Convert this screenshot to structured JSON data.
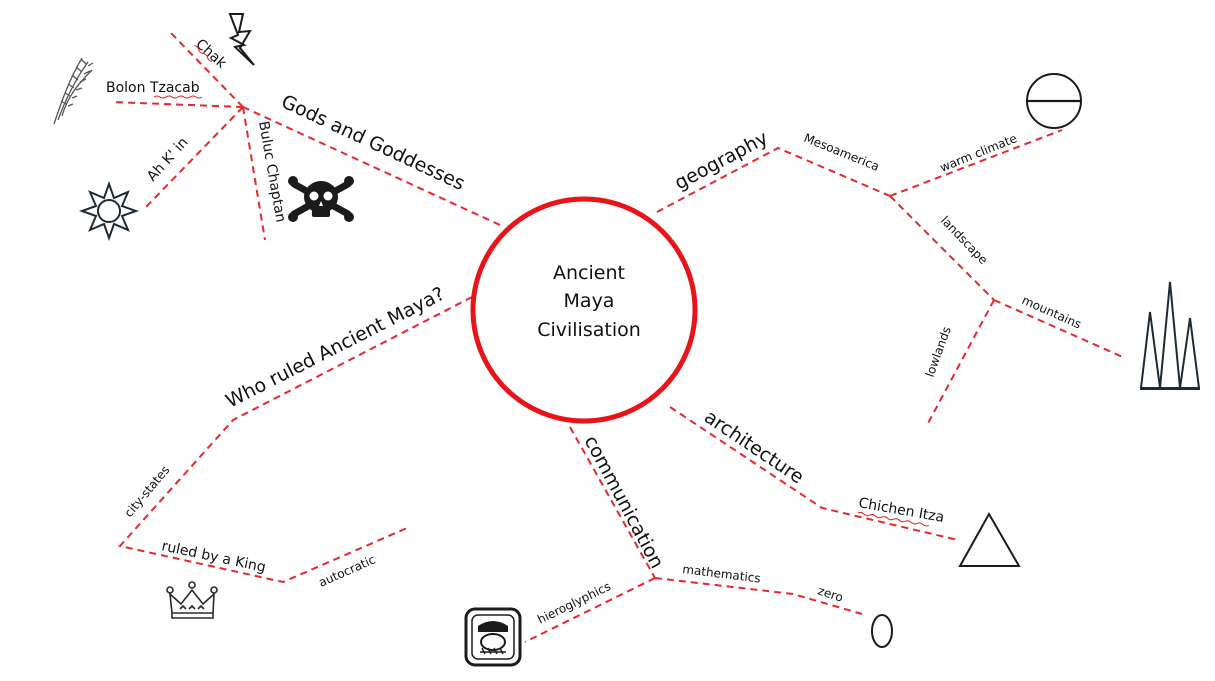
{
  "center": {
    "line1": "Ancient",
    "line2": "Maya",
    "line3": "Civilisation"
  },
  "branches": {
    "gods": "Gods and Goddesses",
    "chak": "Chak",
    "bolon": "Bolon Tzacab",
    "ahkin": "Ah K' in",
    "buluc": "Buluc Chaptan",
    "geography": "geography",
    "mesoamerica": "Mesoamerica",
    "warm_climate": "warm climate",
    "landscape": "landscape",
    "mountains": "mountains",
    "lowlands": "lowlands",
    "who_ruled": "Who ruled Ancient Maya?",
    "city_states": "city-states",
    "ruled_by_king": "ruled by a King",
    "autocratic": "autocratic",
    "communication": "communication",
    "hieroglyphics": "hieroglyphics",
    "mathematics": "mathematics",
    "zero": "zero",
    "architecture": "architecture",
    "chichen_itza": "Chichen Itza"
  },
  "icons": {
    "lightning": "lightning-icon",
    "wheat": "wheat-icon",
    "sun": "sun-icon",
    "skull": "skull-crossbones-icon",
    "climate": "circle-line-icon",
    "mountains": "mountains-icon",
    "crown": "crown-icon",
    "glyph": "maya-glyph-icon",
    "zero": "zero-shell-icon",
    "pyramid": "triangle-icon"
  },
  "colors": {
    "accent": "#e8262c",
    "text": "#111111"
  }
}
